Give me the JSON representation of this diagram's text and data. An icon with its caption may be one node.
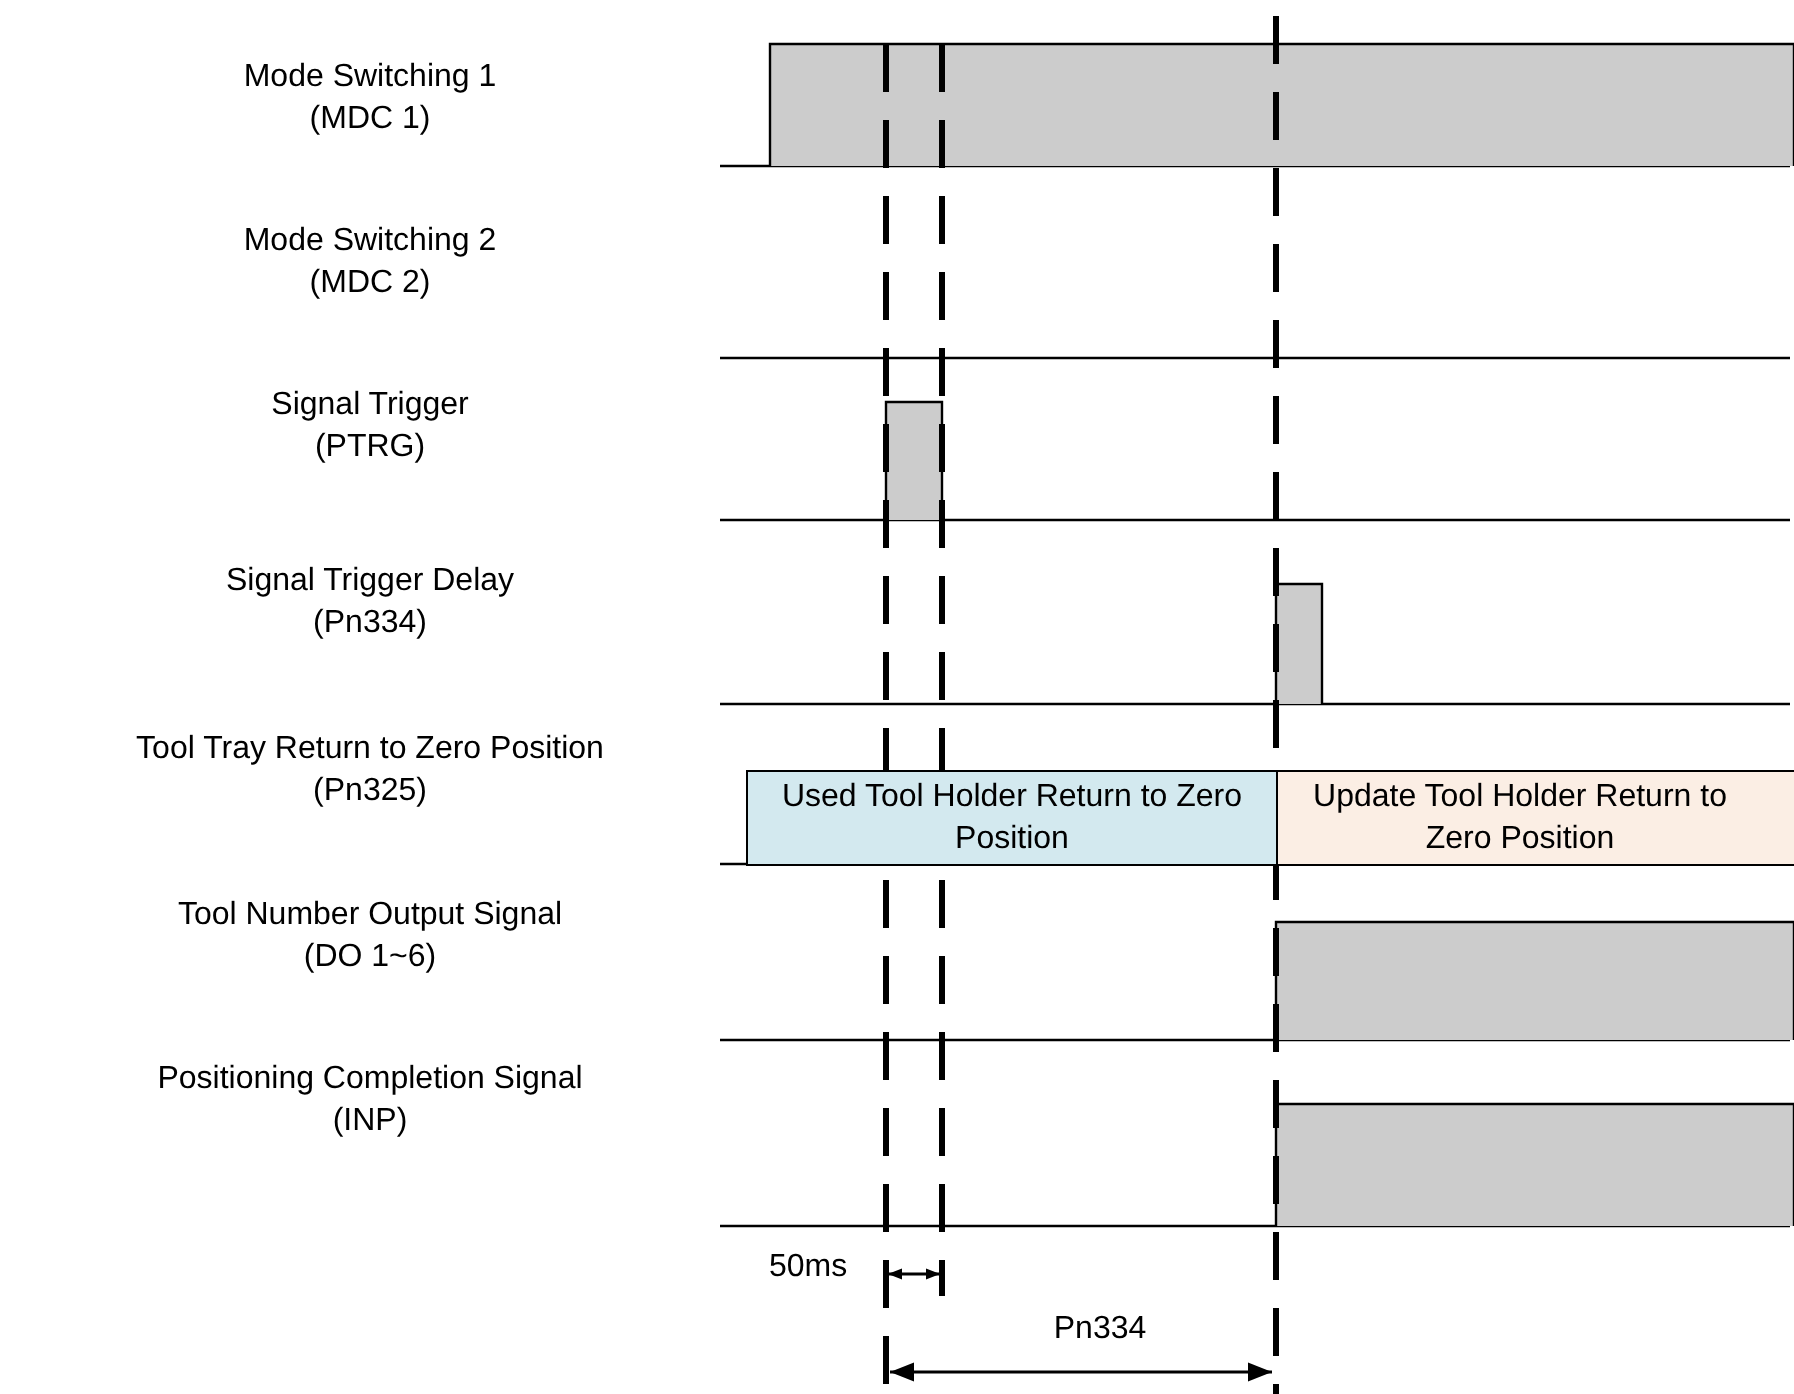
{
  "diagram": {
    "nodes": [
      {
        "text": [
          "Used Tool Holder Return to Zero Position"
        ]
      },
      {
        "text": [
          "Update Tool Holder Return to Zero Position"
        ]
      }
    ],
    "labels": [
      "Mode Switching 1",
      "(MDC 1)",
      "Mode Switching 2",
      "(MDC 2)",
      "Signal Trigger",
      "(PTRG)",
      "Signal Trigger Delay",
      "(Pn334)",
      "Tool Tray Return to Zero Position",
      "(Pn325)",
      "Tool Number Output Signal",
      "(DO 1~6)",
      "Positioning Completion Signal",
      "(INP)",
      "50ms",
      "Pn334"
    ]
  }
}
